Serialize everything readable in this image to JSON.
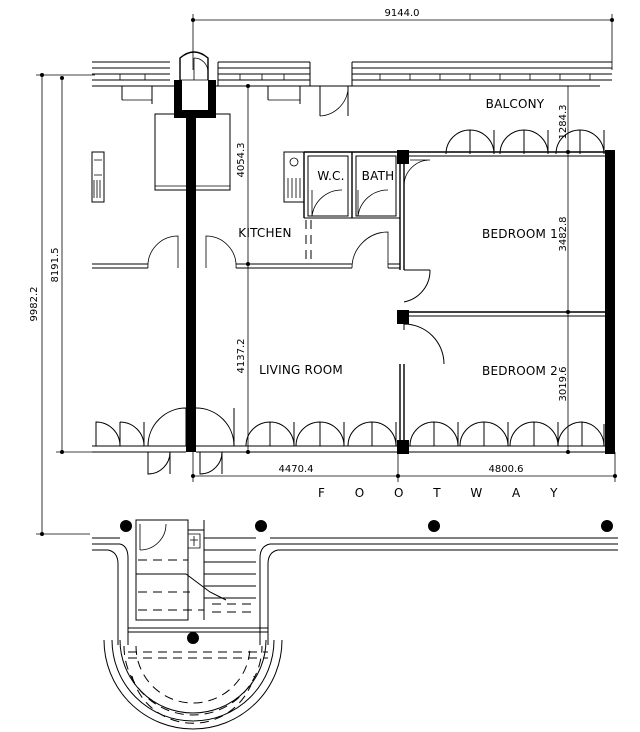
{
  "rooms": {
    "balcony": "BALCONY",
    "wc": "W.C.",
    "bath": "BATH",
    "kitchen": "KITCHEN",
    "bedroom1": "BEDROOM 1",
    "bedroom2": "BEDROOM 2",
    "living_room": "LIVING ROOM"
  },
  "dimensions": {
    "overall_width": "9144.0",
    "overall_depth": "9982.2",
    "flat_depth": "8191.5",
    "kitchen_depth": "4054.3",
    "living_depth": "4137.2",
    "living_width": "4470.4",
    "bedrooms_width": "4800.6",
    "balcony_depth": "1284.3",
    "bedroom1_depth": "3482.8",
    "bedroom2_depth": "3019.6"
  },
  "footway_label": "F O O T W A Y"
}
